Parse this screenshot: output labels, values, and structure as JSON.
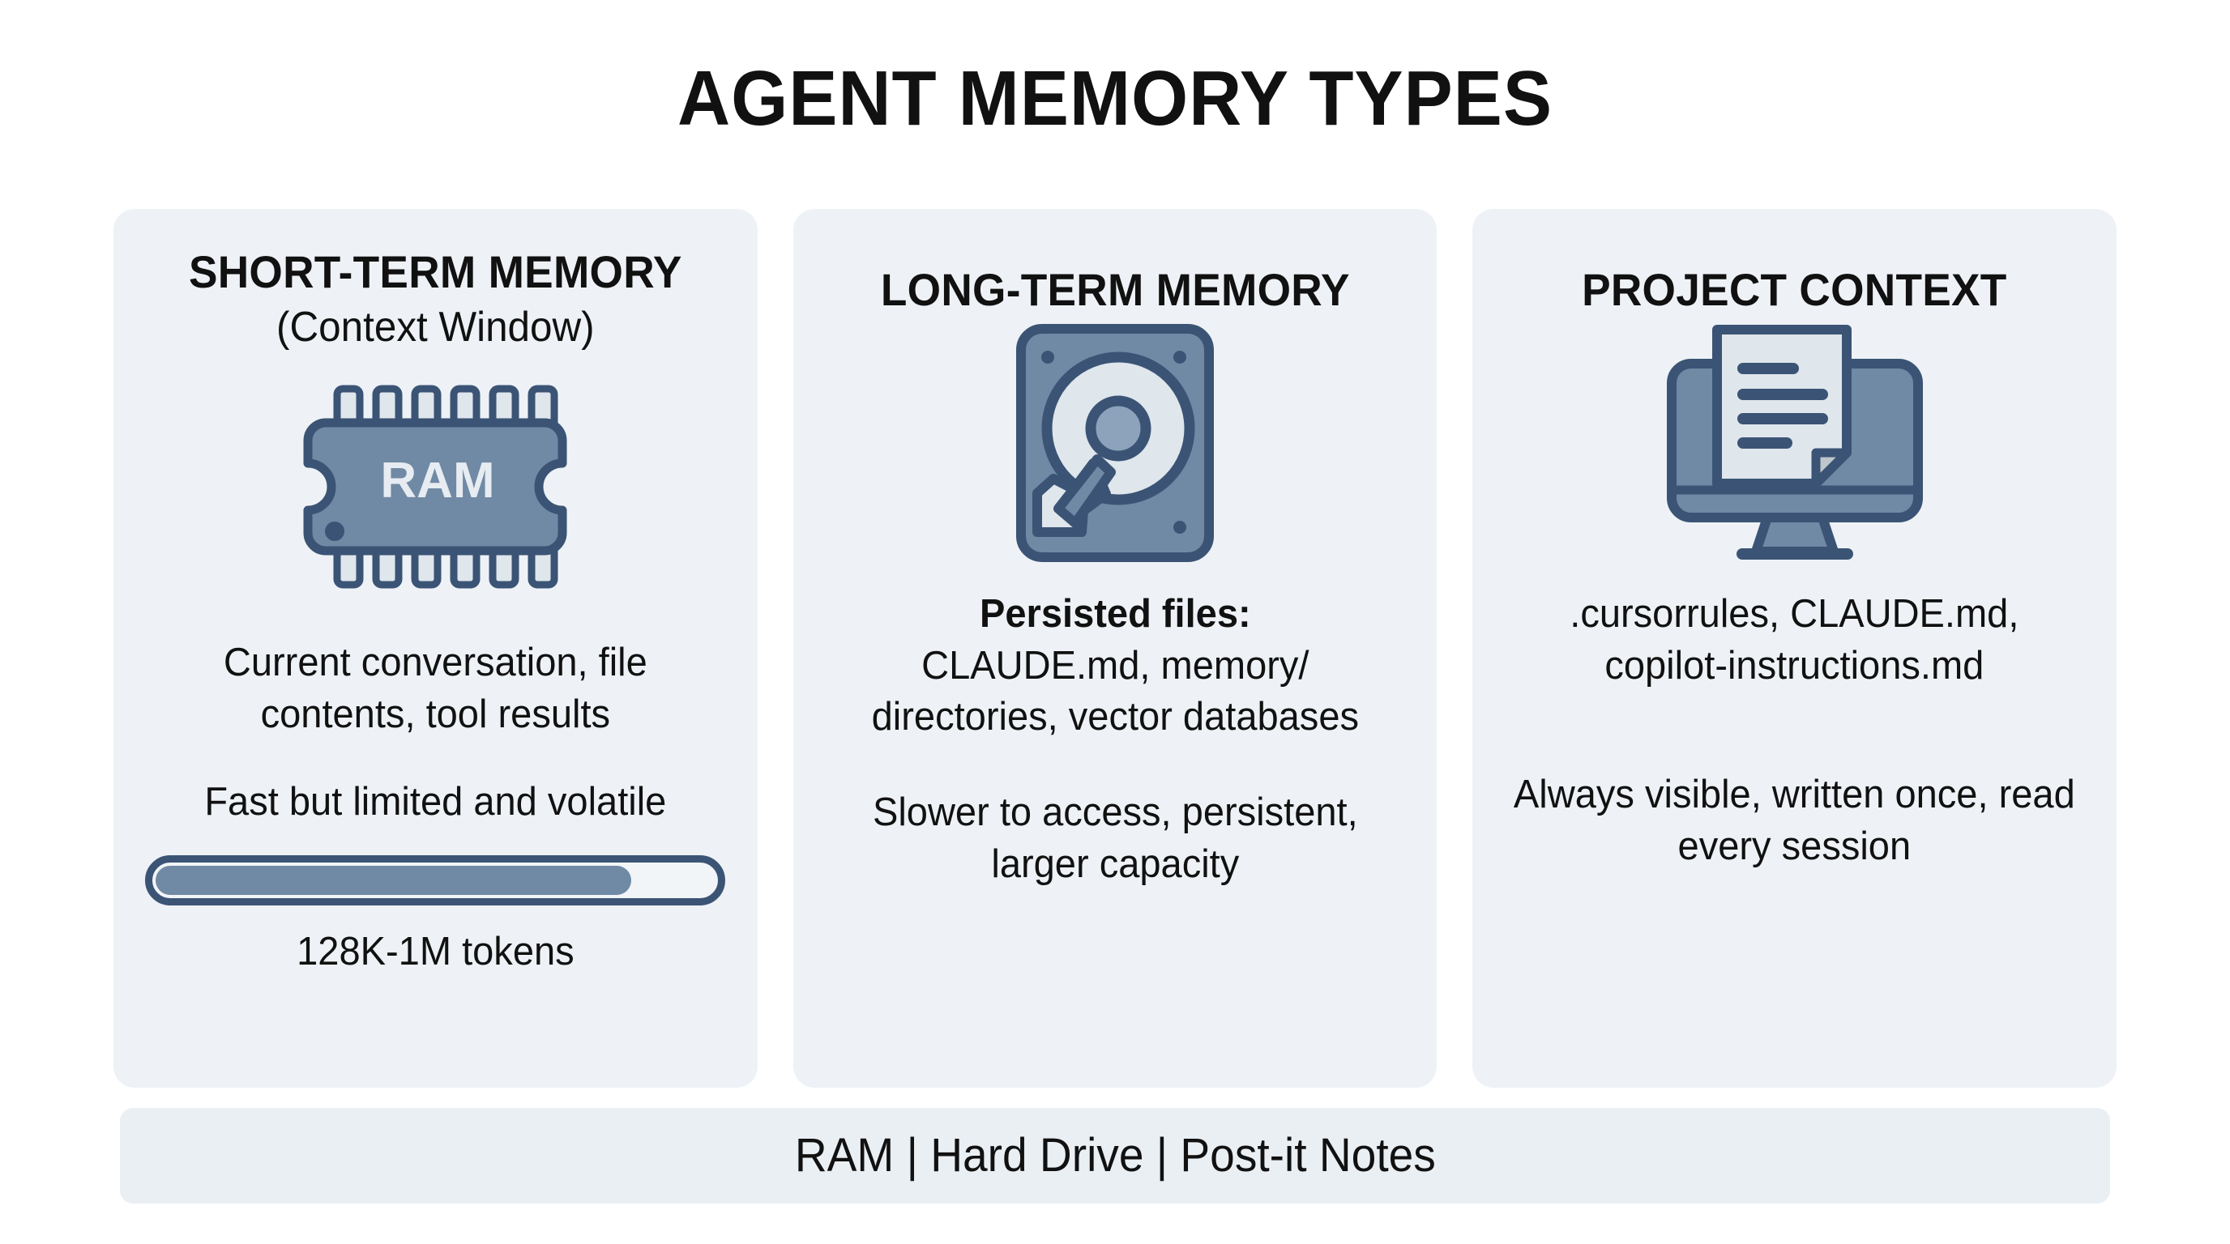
{
  "page": {
    "title": "AGENT MEMORY TYPES",
    "background": "#ffffff"
  },
  "colors": {
    "card_background": "#eef2f6",
    "footer_background": "#eaeff4",
    "icon_fill": "#7089a5",
    "icon_outline": "#3b5475",
    "icon_light": "#dfe6ec",
    "text": "#111111"
  },
  "cards": [
    {
      "title": "SHORT-TERM MEMORY",
      "subtitle": "(Context Window)",
      "icon": "ram-chip-icon",
      "icon_label": "RAM",
      "paragraph_1": "Current conversation, file contents, tool results",
      "paragraph_2": "Fast but limited and volatile",
      "meter": {
        "fill_percent": 85,
        "label": "128K-1M tokens"
      }
    },
    {
      "title": "LONG-TERM MEMORY",
      "subtitle": "",
      "icon": "hard-drive-icon",
      "paragraph_1_lead": "Persisted files:",
      "paragraph_1": "CLAUDE.md, memory/ directories, vector databases",
      "paragraph_2": "Slower to access, persistent, larger capacity"
    },
    {
      "title": "PROJECT CONTEXT",
      "subtitle": "",
      "icon": "monitor-document-icon",
      "paragraph_1": ".cursorrules, CLAUDE.md, copilot-instructions.md",
      "paragraph_2": "Always visible, written once, read every session"
    }
  ],
  "footer": {
    "text": "RAM | Hard Drive | Post-it Notes"
  }
}
